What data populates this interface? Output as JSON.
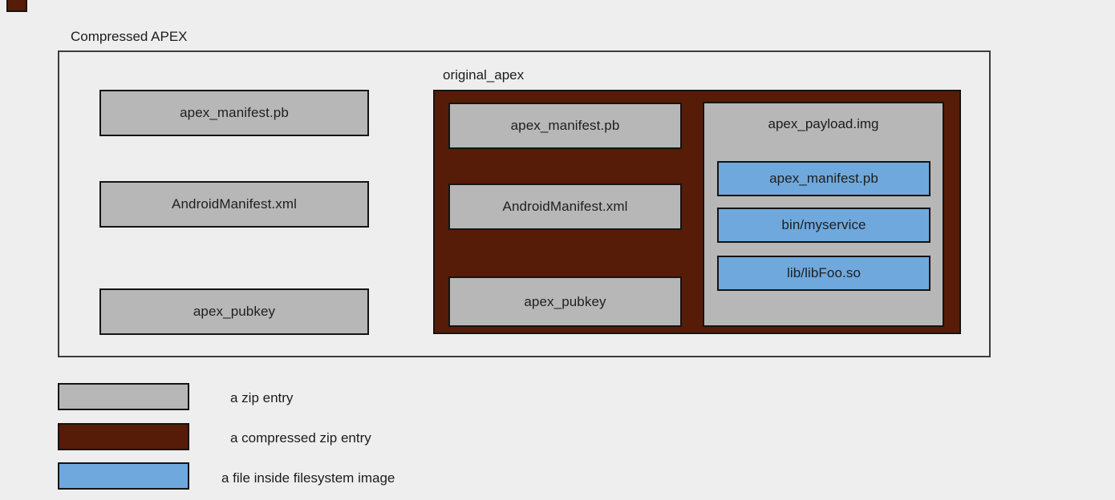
{
  "colors": {
    "background": "#eeeeee",
    "zip-fill": "#b7b7b7",
    "compressed-fill": "#571c07",
    "fsfile-fill": "#6fa8dc"
  },
  "diagram": {
    "title": "Compressed APEX",
    "outer_zip_entries": [
      "apex_manifest.pb",
      "AndroidManifest.xml",
      "apex_pubkey"
    ],
    "original_apex": {
      "label": "original_apex",
      "zip_entries": [
        "apex_manifest.pb",
        "AndroidManifest.xml",
        "apex_pubkey"
      ],
      "payload": {
        "label": "apex_payload.img",
        "files": [
          "apex_manifest.pb",
          "bin/myservice",
          "lib/libFoo.so"
        ]
      }
    }
  },
  "legend": {
    "items": [
      {
        "label": "a zip entry"
      },
      {
        "label": "a compressed zip entry"
      },
      {
        "label": "a file inside filesystem image"
      }
    ]
  }
}
